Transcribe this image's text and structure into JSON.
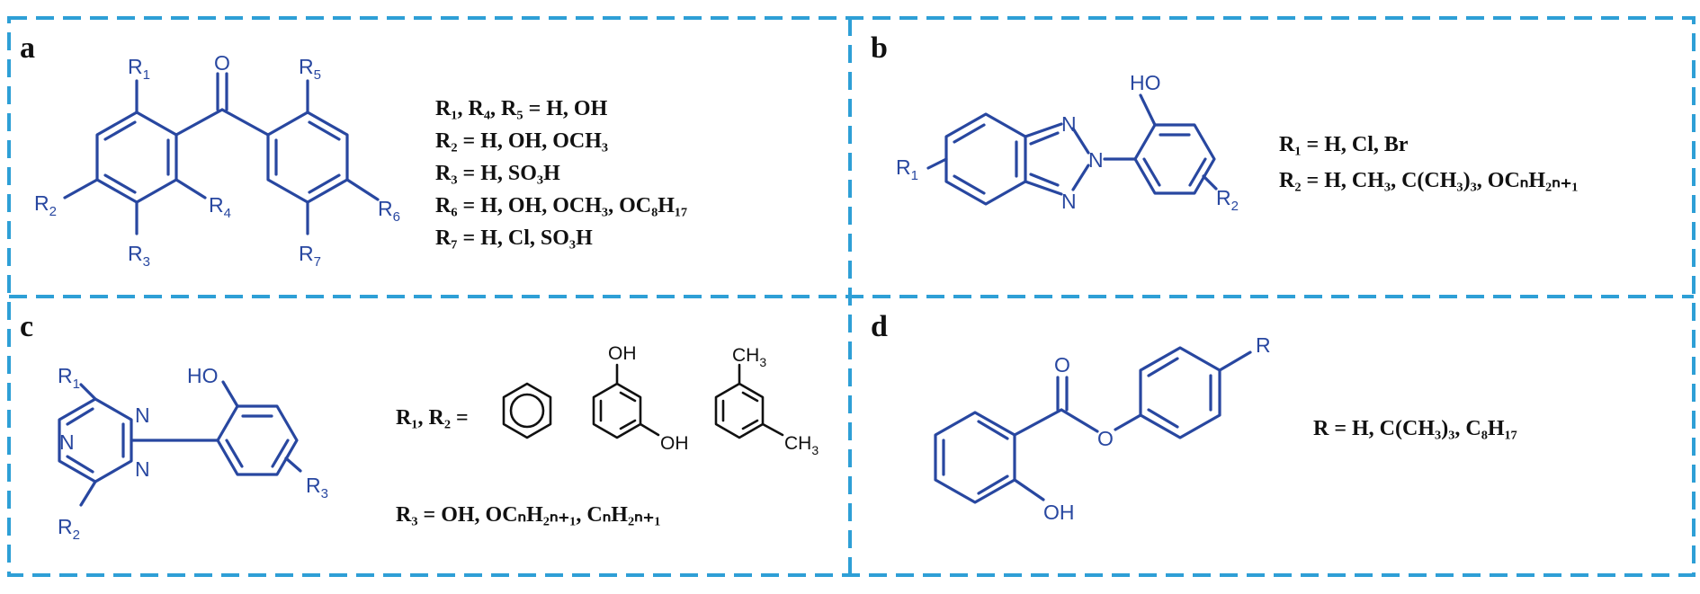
{
  "panels": {
    "a": {
      "letter": "a",
      "atoms": {
        "O": "O",
        "R1": "R",
        "R1n": "1",
        "R2": "R",
        "R2n": "2",
        "R3": "R",
        "R3n": "3",
        "R4": "R",
        "R4n": "4",
        "R5": "R",
        "R5n": "5",
        "R6": "R",
        "R6n": "6",
        "R7": "R",
        "R7n": "7"
      },
      "subs": [
        "R₁, R₄, R₅ = H, OH",
        "R₂ = H, OH, OCH₃",
        "R₃ = H, SO₃H",
        "R₆ = H, OH, OCH₃, OC₈H₁₇",
        "R₇ = H, Cl, SO₃H"
      ]
    },
    "b": {
      "letter": "b",
      "atoms": {
        "HO": "HO",
        "N": "N",
        "R1": "R",
        "R1n": "1",
        "R2": "R",
        "R2n": "2"
      },
      "subs": [
        "R₁ = H, Cl, Br",
        "R₂ = H, CH₃, C(CH₃)₃, OCₙH₂ₙ₊₁"
      ]
    },
    "c": {
      "letter": "c",
      "atoms": {
        "HO": "HO",
        "N": "N",
        "R1": "R",
        "R1n": "1",
        "R2": "R",
        "R2n": "2",
        "R3": "R",
        "R3n": "3",
        "OH": "OH",
        "CH3": "CH",
        "CH3n": "3"
      },
      "subs_r12": "R₁, R₂ =",
      "subs_r3": "R₃ = OH, OCₙH₂ₙ₊₁, CₙH₂ₙ₊₁"
    },
    "d": {
      "letter": "d",
      "atoms": {
        "O": "O",
        "OH": "OH",
        "R": "R"
      },
      "subs": [
        "R = H, C(CH₃)₃, C₈H₁₇"
      ]
    }
  },
  "colors": {
    "structure": "#2847a0",
    "border": "#2e9fd6",
    "text": "#111111"
  }
}
